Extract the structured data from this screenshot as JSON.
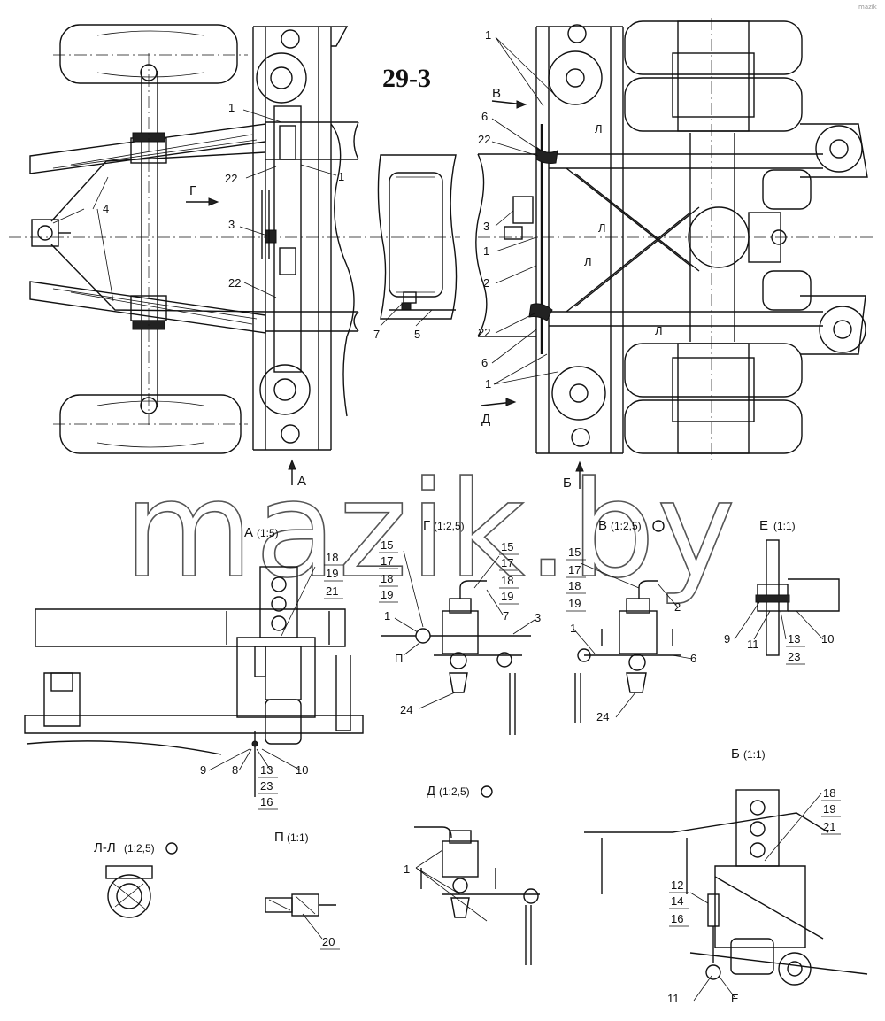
{
  "sheet_title": "29-3",
  "watermark": {
    "main": "mazik.by",
    "corner": "mazik"
  },
  "arrows": {
    "a": "А",
    "b": "Б",
    "v": "В",
    "g": "Г",
    "d": "Д"
  },
  "section_mark": "Л",
  "views": [
    {
      "id": "A",
      "label": "А",
      "scale": "(1:5)",
      "mark": false
    },
    {
      "id": "G",
      "label": "Г",
      "scale": "(1:2,5)",
      "mark": false
    },
    {
      "id": "V",
      "label": "В",
      "scale": "(1:2,5)",
      "mark": true
    },
    {
      "id": "E",
      "label": "Е",
      "scale": "(1:1)",
      "mark": false
    },
    {
      "id": "B",
      "label": "Б",
      "scale": "(1:1)",
      "mark": false
    },
    {
      "id": "D",
      "label": "Д",
      "scale": "(1:2,5)",
      "mark": true
    },
    {
      "id": "LL",
      "label": "Л-Л",
      "scale": "(1:2,5)",
      "mark": true
    },
    {
      "id": "P",
      "label": "П",
      "scale": "(1:1)",
      "mark": false
    }
  ],
  "callouts": {
    "n1": "1",
    "n2": "2",
    "n3": "3",
    "n4": "4",
    "n5": "5",
    "n6": "6",
    "n7": "7",
    "n8": "8",
    "n9": "9",
    "n10": "10",
    "n11": "11",
    "n12": "12",
    "n13": "13",
    "n14": "14",
    "n15": "15",
    "n16": "16",
    "n17": "17",
    "n18": "18",
    "n19": "19",
    "n20": "20",
    "n21": "21",
    "n22": "22",
    "n23": "23",
    "n24": "24",
    "p_mark": "П",
    "e_mark": "Е"
  }
}
